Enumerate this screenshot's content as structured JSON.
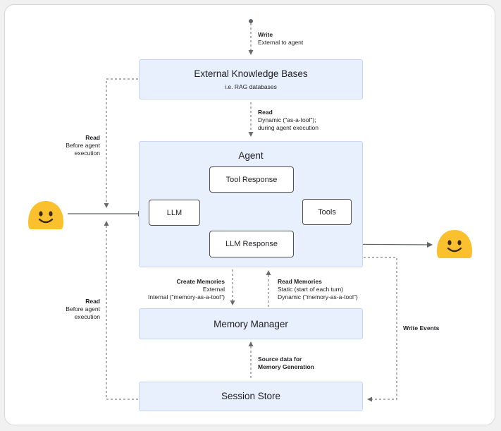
{
  "external_kb": {
    "title": "External Knowledge Bases",
    "subtitle": "i.e. RAG databases"
  },
  "agent": {
    "title": "Agent",
    "tool_response": "Tool Response",
    "llm": "LLM",
    "tools": "Tools",
    "llm_response": "LLM Response"
  },
  "memory_manager": {
    "title": "Memory Manager"
  },
  "session_store": {
    "title": "Session Store"
  },
  "labels": {
    "write_top": {
      "head": "Write",
      "line1": "External to agent"
    },
    "read_dynamic": {
      "head": "Read",
      "line1": "Dynamic (\"as-a-tool\");",
      "line2": "during agent execution"
    },
    "read_before_top": {
      "head": "Read",
      "line1": "Before agent",
      "line2": "execution"
    },
    "read_before_bottom": {
      "head": "Read",
      "line1": "Before agent",
      "line2": "execution"
    },
    "create_memories": {
      "head": "Create Memories",
      "line1": "External",
      "line2": "Internal (\"memory-as-a-tool\")"
    },
    "read_memories": {
      "head": "Read Memories",
      "line1": "Static (start of each turn)",
      "line2": "Dynamic (\"memory-as-a-tool\")"
    },
    "write_events": {
      "head": "Write Events"
    },
    "source_data": {
      "line1": "Source data for",
      "line2": "Memory Generation"
    }
  },
  "colors": {
    "box_fill": "#e8f0fe",
    "emoji": "#fbc02d",
    "line": "#5f6368"
  },
  "icons": {
    "user": "smiling-face-icon",
    "output_user": "smiling-face-icon"
  }
}
